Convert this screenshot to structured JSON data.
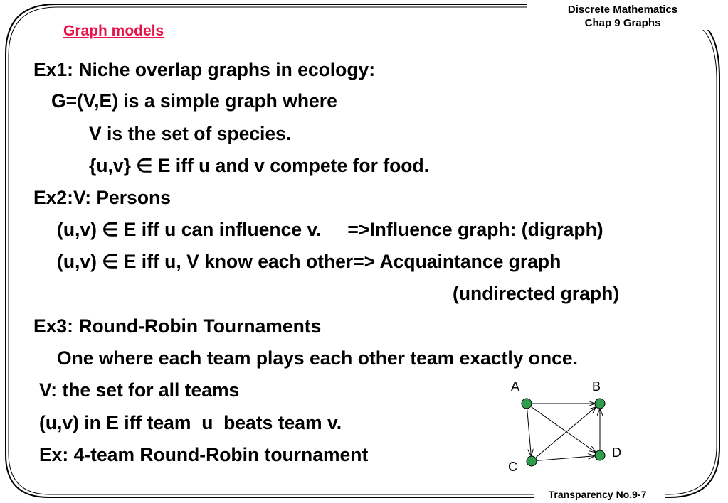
{
  "header": {
    "course": "Discrete Mathematics",
    "chapter": "Chap 9 Graphs"
  },
  "slide_title": "Graph models",
  "lines": [
    "Ex1: Niche overlap graphs in ecology:",
    "G=(V,E) is a simple graph where",
    "V is the set of species.",
    "{u,v} ∈ E iff u and v compete for food.",
    "Ex2:V: Persons",
    "(u,v) ∈ E iff u can influence v.     =>Influence graph: (digraph)",
    "(u,v) ∈ E iff u, V know each other=> Acquaintance graph",
    "(undirected graph)",
    "Ex3: Round-Robin Tournaments",
    "One where each team plays each other team exactly once.",
    "V: the set for all teams",
    "(u,v) in E iff team  u  beats team v.",
    "Ex: 4-team Round-Robin tournament"
  ],
  "graph": {
    "node_color": "#2e9e4e",
    "nodes": [
      {
        "id": "A",
        "label": "A"
      },
      {
        "id": "B",
        "label": "B"
      },
      {
        "id": "C",
        "label": "C"
      },
      {
        "id": "D",
        "label": "D"
      }
    ],
    "edges": [
      {
        "from": "A",
        "to": "B"
      },
      {
        "from": "A",
        "to": "C"
      },
      {
        "from": "A",
        "to": "D"
      },
      {
        "from": "C",
        "to": "B"
      },
      {
        "from": "C",
        "to": "D"
      },
      {
        "from": "D",
        "to": "B"
      }
    ]
  },
  "footer": "Transparency No.9-7"
}
